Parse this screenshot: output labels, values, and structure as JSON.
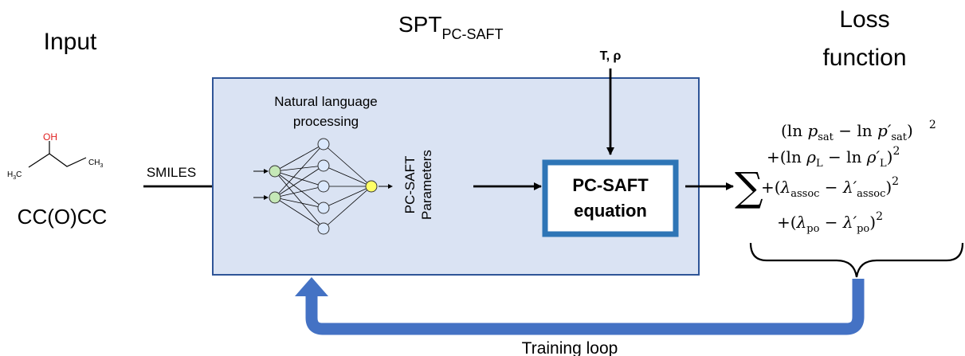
{
  "titles": {
    "input": "Input",
    "model_main": "SPT",
    "model_sub": "PC-SAFT",
    "loss_line1": "Loss",
    "loss_line2": "function"
  },
  "molecule": {
    "oh": "OH",
    "h3c": "H",
    "h3c_sub": "3",
    "h3c_c": "C",
    "ch3": "CH",
    "ch3_sub": "3",
    "smiles": "CC(O)CC"
  },
  "labels": {
    "smiles_arrow": "SMILES",
    "nlp_line1": "Natural language",
    "nlp_line2": "processing",
    "params_line1": "PC-SAFT",
    "params_line2": "Parameters",
    "t_rho": "T, ρ",
    "eq_line1": "PC-SAFT",
    "eq_line2": "equation",
    "training_loop": "Training loop"
  },
  "loss": {
    "sum": "∑",
    "t1": {
      "pre": "(ln ",
      "v1": "p",
      "s1": "sat",
      "mid": " − ln ",
      "v2": "p′",
      "s2": "sat",
      "post": ")",
      "exp": "2"
    },
    "t2": {
      "pre": "+(ln ",
      "v1": "ρ",
      "s1": "L",
      "mid": " − ln ",
      "v2": "ρ′",
      "s2": "L",
      "post": ")",
      "exp": "2"
    },
    "t3": {
      "pre": "+(",
      "v1": "λ",
      "s1": "assoc",
      "mid": " − ",
      "v2": "λ′",
      "s2": "assoc",
      "post": ")",
      "exp": "2"
    },
    "t4": {
      "pre": "+(",
      "v1": "λ",
      "s1": "po",
      "mid": " − ",
      "v2": "λ′",
      "s2": "po",
      "post": ")",
      "exp": "2"
    }
  },
  "colors": {
    "panel_fill": "#dae3f3",
    "panel_stroke": "#2f5597",
    "eq_border": "#2e75b6",
    "loop": "#4472c4",
    "node_green": "#c5e8b7",
    "node_blue": "#dae8fc",
    "node_yellow": "#ffff66",
    "oh_red": "#e02020"
  }
}
